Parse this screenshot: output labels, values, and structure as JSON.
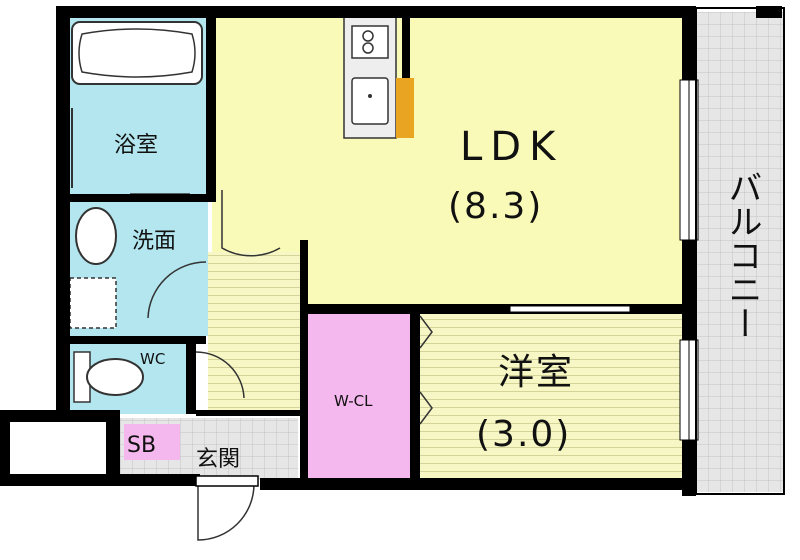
{
  "rooms": {
    "ldk": {
      "name": "LDK",
      "size": "(8.3)"
    },
    "western": {
      "name": "洋室",
      "size": "(3.0)"
    },
    "bath": {
      "name": "浴室"
    },
    "washroom": {
      "name": "洗面"
    },
    "wc": {
      "name": "WC"
    },
    "wcl": {
      "name": "W-CL"
    },
    "shoebox": {
      "name": "SB"
    },
    "entrance": {
      "name": "玄関"
    },
    "balcony": {
      "name": "バルコニー"
    }
  },
  "colors": {
    "ldk_floor": "#fafab8",
    "western_floor": "#f7f7c6",
    "wet_area": "#b3e6ef",
    "closet": "#f5b8ee",
    "shoebox": "#f5b8ee",
    "entrance_tile": "#e3e3e3",
    "balcony": "#e6e6e6",
    "counter_accent": "#e9a422",
    "wall": "#000000"
  }
}
